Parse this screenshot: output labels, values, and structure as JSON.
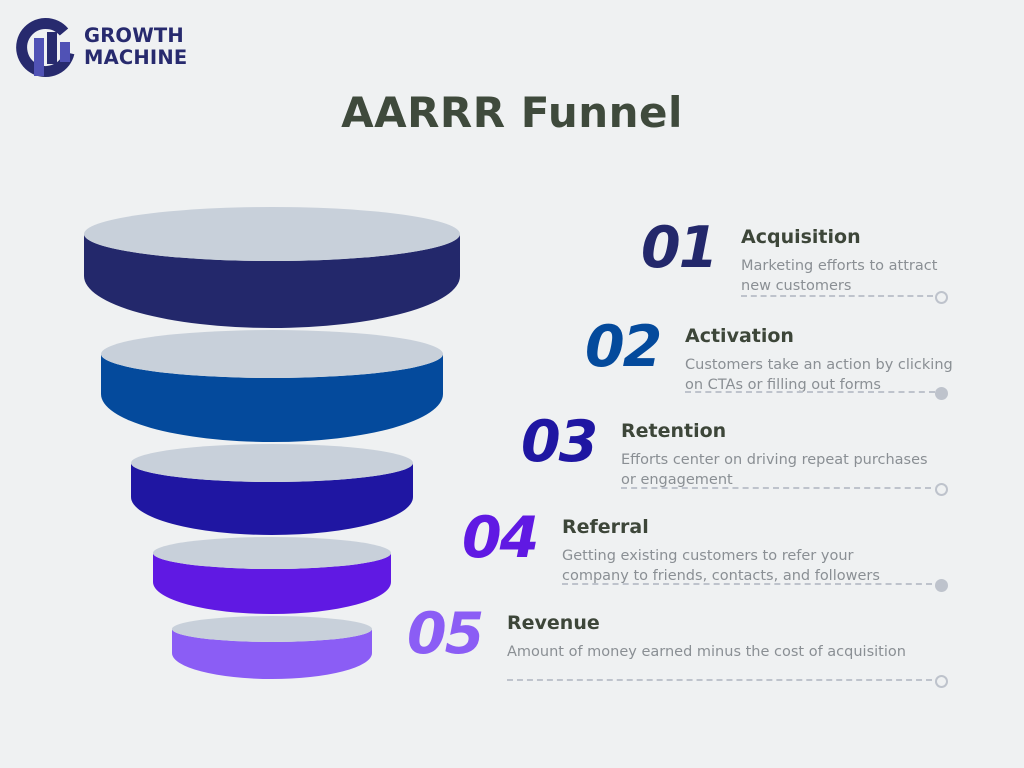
{
  "brand": {
    "line1": "GROWTH",
    "line2": "MACHINE",
    "logo_icon": "growth-machine-logo-icon",
    "colors": {
      "dark": "#272a6e",
      "light": "#5052b5"
    }
  },
  "title": "AARRR Funnel",
  "stages": [
    {
      "number": "01",
      "title": "Acquisition",
      "description": "Marketing efforts to attract new customers",
      "side_color": "#23286b",
      "number_color": "#23286b"
    },
    {
      "number": "02",
      "title": "Activation",
      "description": "Customers take an action by clicking on CTAs or filling out forms",
      "side_color": "#044a9c",
      "number_color": "#044a9c"
    },
    {
      "number": "03",
      "title": "Retention",
      "description": "Efforts center on driving repeat purchases or engagement",
      "side_color": "#1f16a2",
      "number_color": "#1f16a2"
    },
    {
      "number": "04",
      "title": "Referral",
      "description": "Getting existing customers to refer your company to friends, contacts, and followers",
      "side_color": "#6019e3",
      "number_color": "#6019e3"
    },
    {
      "number": "05",
      "title": "Revenue",
      "description": "Amount of money earned minus the cost of acquisition",
      "side_color": "#8b5df5",
      "number_color": "#8b5df5"
    }
  ],
  "colors": {
    "background": "#eff1f2",
    "disc_top": "#c8d0da",
    "title_text": "#3f4a3c",
    "description_text": "#8a8f94",
    "connector": "#bec3cc"
  }
}
